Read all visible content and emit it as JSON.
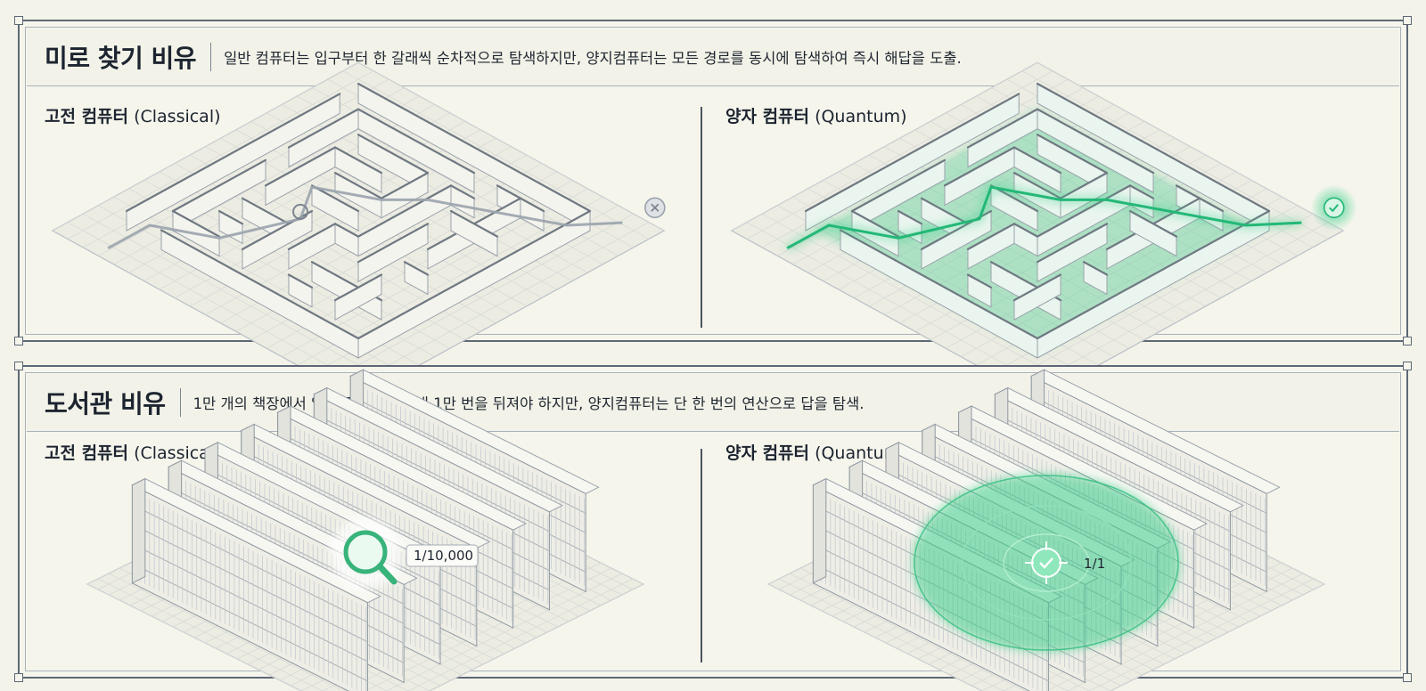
{
  "maze": {
    "title": "미로 찾기 비유",
    "description": "일반 컴퓨터는 입구부터 한 갈래씩 순차적으로 탐색하지만, 양지컴퓨터는 모든 경로를 동시에 탐색하여 즉시 해답을 도출.",
    "classical_label_bold": "고전 컴퓨터",
    "classical_label": "(Classical)",
    "quantum_label_bold": "양자 컴퓨터",
    "quantum_label": "(Quantum)"
  },
  "library": {
    "title": "도서관 비유",
    "description": "1만 개의 책장에서 일반 컴퓨터는 최대 1만 번을 뒤져야 하지만, 양지컴퓨터는 단 한 번의 연산으로 답을 탐색.",
    "classical_label_bold": "고전 컴퓨터",
    "classical_label": "(Classical)",
    "quantum_label_bold": "양자 컴퓨터",
    "quantum_label": "(Quantum)",
    "classical_count": "1/10,000",
    "quantum_count": "1/1"
  },
  "colors": {
    "accent_green": "#3ecf8e",
    "frame": "#5d6875",
    "background": "#f3f3ea",
    "fail_gray": "#9aa3ad"
  }
}
